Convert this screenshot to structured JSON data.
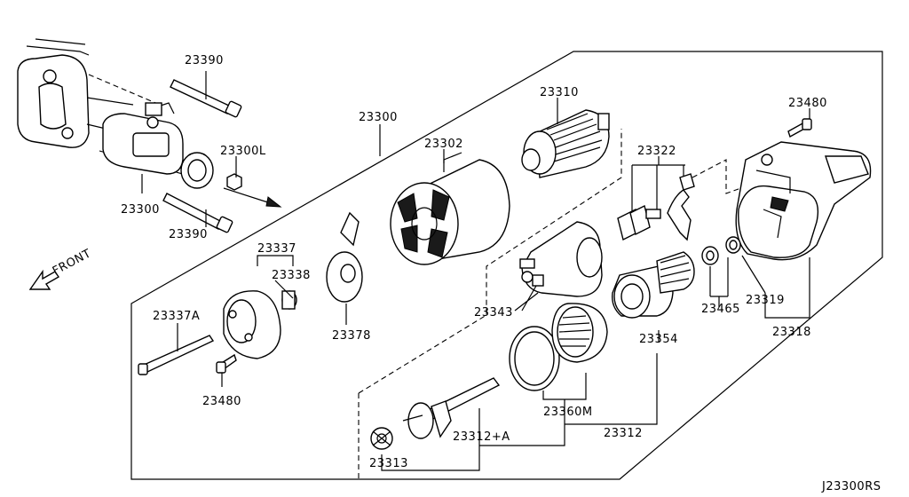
{
  "diagram": {
    "code": "J23300RS",
    "front_label": "FRONT",
    "parts": {
      "p23390_top": "23390",
      "p23390_bot": "23390",
      "p23300_car": "23300",
      "p23300L": "23300L",
      "p23300_box": "23300",
      "p23302": "23302",
      "p23310": "23310",
      "p23322": "23322",
      "p23480_top": "23480",
      "p23337": "23337",
      "p23338": "23338",
      "p23337A": "23337A",
      "p23378": "23378",
      "p23480_bot": "23480",
      "p23343": "23343",
      "p23354": "23354",
      "p23465": "23465",
      "p23319": "23319",
      "p23318": "23318",
      "p23360M": "23360M",
      "p23312A": "23312+A",
      "p23312": "23312",
      "p23313": "23313"
    }
  }
}
